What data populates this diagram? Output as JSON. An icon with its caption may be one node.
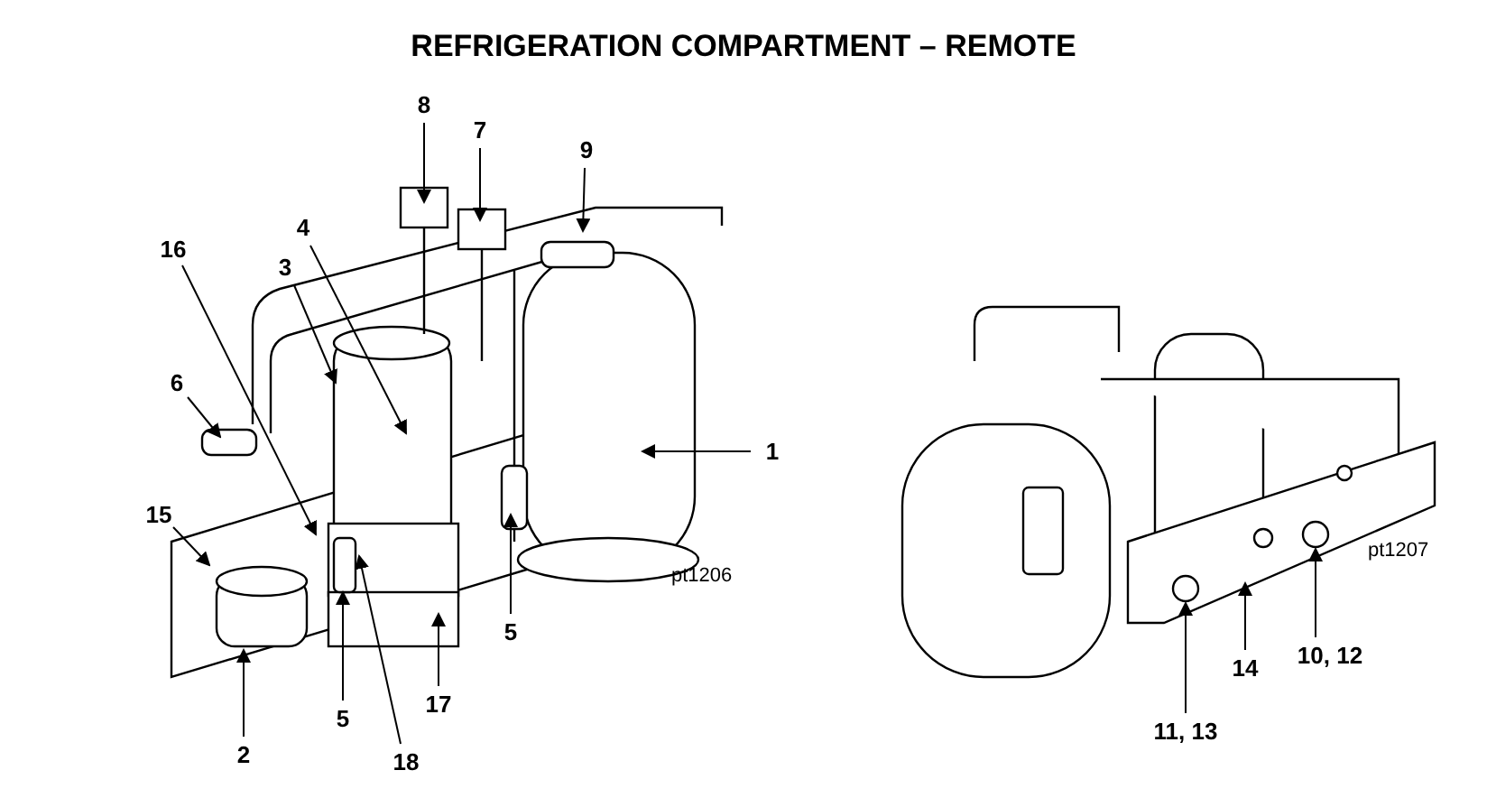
{
  "diagram": {
    "title": "REFRIGERATION COMPARTMENT – REMOTE",
    "nodes": [
      {
        "text": [
          "8"
        ]
      },
      {
        "text": [
          "7"
        ]
      },
      {
        "text": [
          "9"
        ]
      },
      {
        "text": [
          "4"
        ]
      },
      {
        "text": [
          "16"
        ]
      },
      {
        "text": [
          "3"
        ]
      },
      {
        "text": [
          "6"
        ]
      },
      {
        "text": [
          "1"
        ]
      },
      {
        "text": [
          "15"
        ]
      },
      {
        "text": [
          "5"
        ]
      },
      {
        "text": [
          "2"
        ]
      },
      {
        "text": [
          "5"
        ]
      },
      {
        "text": [
          "17"
        ]
      },
      {
        "text": [
          "18"
        ]
      },
      {
        "text": [
          "10, 12"
        ]
      },
      {
        "text": [
          "14"
        ]
      },
      {
        "text": [
          "11, 13"
        ]
      }
    ],
    "edges": [
      {
        "from": 0,
        "to": null,
        "arrow": "to"
      },
      {
        "from": 1,
        "to": null,
        "arrow": "to"
      },
      {
        "from": 2,
        "to": null,
        "arrow": "to"
      },
      {
        "from": 3,
        "to": null,
        "arrow": "to"
      },
      {
        "from": 4,
        "to": null,
        "arrow": "to"
      },
      {
        "from": 5,
        "to": null,
        "arrow": "to"
      },
      {
        "from": 6,
        "to": null,
        "arrow": "to"
      },
      {
        "from": 7,
        "to": null,
        "arrow": "to"
      },
      {
        "from": 8,
        "to": null,
        "arrow": "to"
      },
      {
        "from": 9,
        "to": null,
        "arrow": "to"
      },
      {
        "from": 10,
        "to": null,
        "arrow": "to"
      },
      {
        "from": 11,
        "to": null,
        "arrow": "to"
      },
      {
        "from": 12,
        "to": null,
        "arrow": "to"
      },
      {
        "from": 13,
        "to": null,
        "arrow": "to"
      },
      {
        "from": 14,
        "to": null,
        "arrow": "to"
      },
      {
        "from": 15,
        "to": null,
        "arrow": "to"
      },
      {
        "from": 16,
        "to": null,
        "arrow": "to"
      }
    ],
    "labels": [
      "pt1206",
      "pt1207"
    ]
  }
}
